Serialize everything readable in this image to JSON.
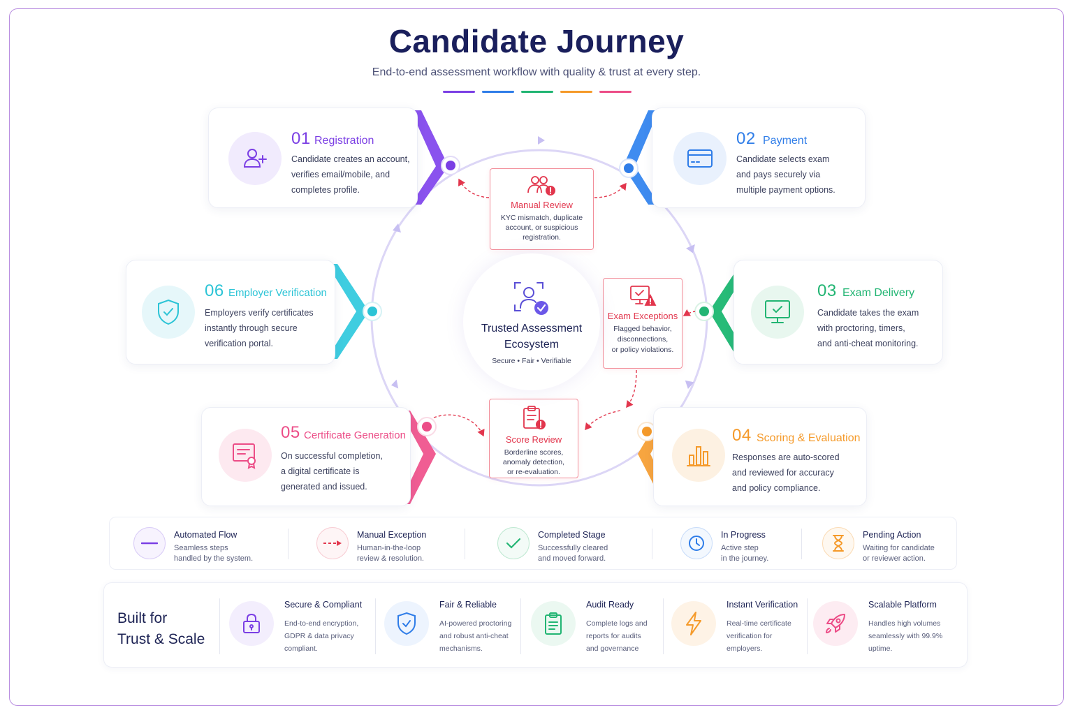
{
  "header": {
    "title": "Candidate Journey",
    "subtitle": "End-to-end assessment workflow with quality & trust at every step.",
    "accent_bars": [
      "#7b3fe4",
      "#2f7de8",
      "#22b573",
      "#f59a2a",
      "#ec4d87"
    ]
  },
  "center": {
    "title_line1": "Trusted Assessment",
    "title_line2": "Ecosystem",
    "subtitle": "Secure • Fair • Verifiable",
    "icon": "user-verified-icon"
  },
  "stages": [
    {
      "num": "01",
      "title": "Registration",
      "color": "#7b3fe4",
      "icon": "user-plus-icon",
      "desc": [
        "Candidate creates an account,",
        "verifies email/mobile, and",
        "completes profile."
      ]
    },
    {
      "num": "02",
      "title": "Payment",
      "color": "#2f7de8",
      "icon": "credit-card-icon",
      "desc": [
        "Candidate selects exam",
        "and pays securely via",
        "multiple payment options."
      ]
    },
    {
      "num": "03",
      "title": "Exam Delivery",
      "color": "#22b573",
      "icon": "monitor-check-icon",
      "desc": [
        "Candidate takes the exam",
        "with proctoring, timers,",
        "and anti-cheat monitoring."
      ]
    },
    {
      "num": "04",
      "title": "Scoring & Evaluation",
      "color": "#f59a2a",
      "icon": "bar-chart-icon",
      "desc": [
        "Responses are auto-scored",
        "and reviewed for accuracy",
        "and policy compliance."
      ]
    },
    {
      "num": "05",
      "title": "Certificate Generation",
      "color": "#ec4d87",
      "icon": "certificate-icon",
      "desc": [
        "On successful completion,",
        "a digital certificate is",
        "generated and issued."
      ]
    },
    {
      "num": "06",
      "title": "Employer Verification",
      "color": "#2cc4d6",
      "icon": "shield-check-icon",
      "desc": [
        "Employers verify certificates",
        "instantly through secure",
        "verification portal."
      ]
    }
  ],
  "exceptions": [
    {
      "title": "Manual Review",
      "icon": "users-alert-icon",
      "desc": [
        "KYC mismatch, duplicate",
        "account, or suspicious",
        "registration."
      ]
    },
    {
      "title": "Exam Exceptions",
      "icon": "monitor-alert-icon",
      "desc": [
        "Flagged behavior,",
        "disconnections,",
        "or policy violations."
      ]
    },
    {
      "title": "Score Review",
      "icon": "clipboard-alert-icon",
      "desc": [
        "Borderline scores,",
        "anomaly detection,",
        "or re-evaluation."
      ]
    }
  ],
  "legend": [
    {
      "title": "Automated Flow",
      "desc": [
        "Seamless steps",
        "handled by the system."
      ],
      "color": "#7b3fe4",
      "icon": "dash-icon"
    },
    {
      "title": "Manual Exception",
      "desc": [
        "Human-in-the-loop",
        "review & resolution."
      ],
      "color": "#e2364d",
      "icon": "dashed-arrow-icon"
    },
    {
      "title": "Completed Stage",
      "desc": [
        "Successfully cleared",
        "and moved forward."
      ],
      "color": "#22b573",
      "icon": "check-icon"
    },
    {
      "title": "In Progress",
      "desc": [
        "Active step",
        "in the journey."
      ],
      "color": "#2f7de8",
      "icon": "clock-icon"
    },
    {
      "title": "Pending Action",
      "desc": [
        "Waiting for candidate",
        "or reviewer action."
      ],
      "color": "#f59a2a",
      "icon": "hourglass-icon"
    }
  ],
  "trust": {
    "heading_line1": "Built for",
    "heading_line2": "Trust & Scale",
    "features": [
      {
        "title": "Secure & Compliant",
        "desc": [
          "End-to-end encryption,",
          "GDPR & data privacy",
          "compliant."
        ],
        "color": "#7b3fe4",
        "icon": "lock-icon"
      },
      {
        "title": "Fair & Reliable",
        "desc": [
          "AI-powered proctoring",
          "and robust anti-cheat",
          "mechanisms."
        ],
        "color": "#2f7de8",
        "icon": "shield-check-icon"
      },
      {
        "title": "Audit Ready",
        "desc": [
          "Complete logs and",
          "reports for audits",
          "and governance"
        ],
        "color": "#22b573",
        "icon": "clipboard-icon"
      },
      {
        "title": "Instant Verification",
        "desc": [
          "Real-time certificate",
          "verification for",
          "employers."
        ],
        "color": "#f59a2a",
        "icon": "lightning-icon"
      },
      {
        "title": "Scalable Platform",
        "desc": [
          "Handles high volumes",
          "seamlessly with 99.9%",
          "uptime."
        ],
        "color": "#ec4d87",
        "icon": "rocket-icon"
      }
    ]
  }
}
